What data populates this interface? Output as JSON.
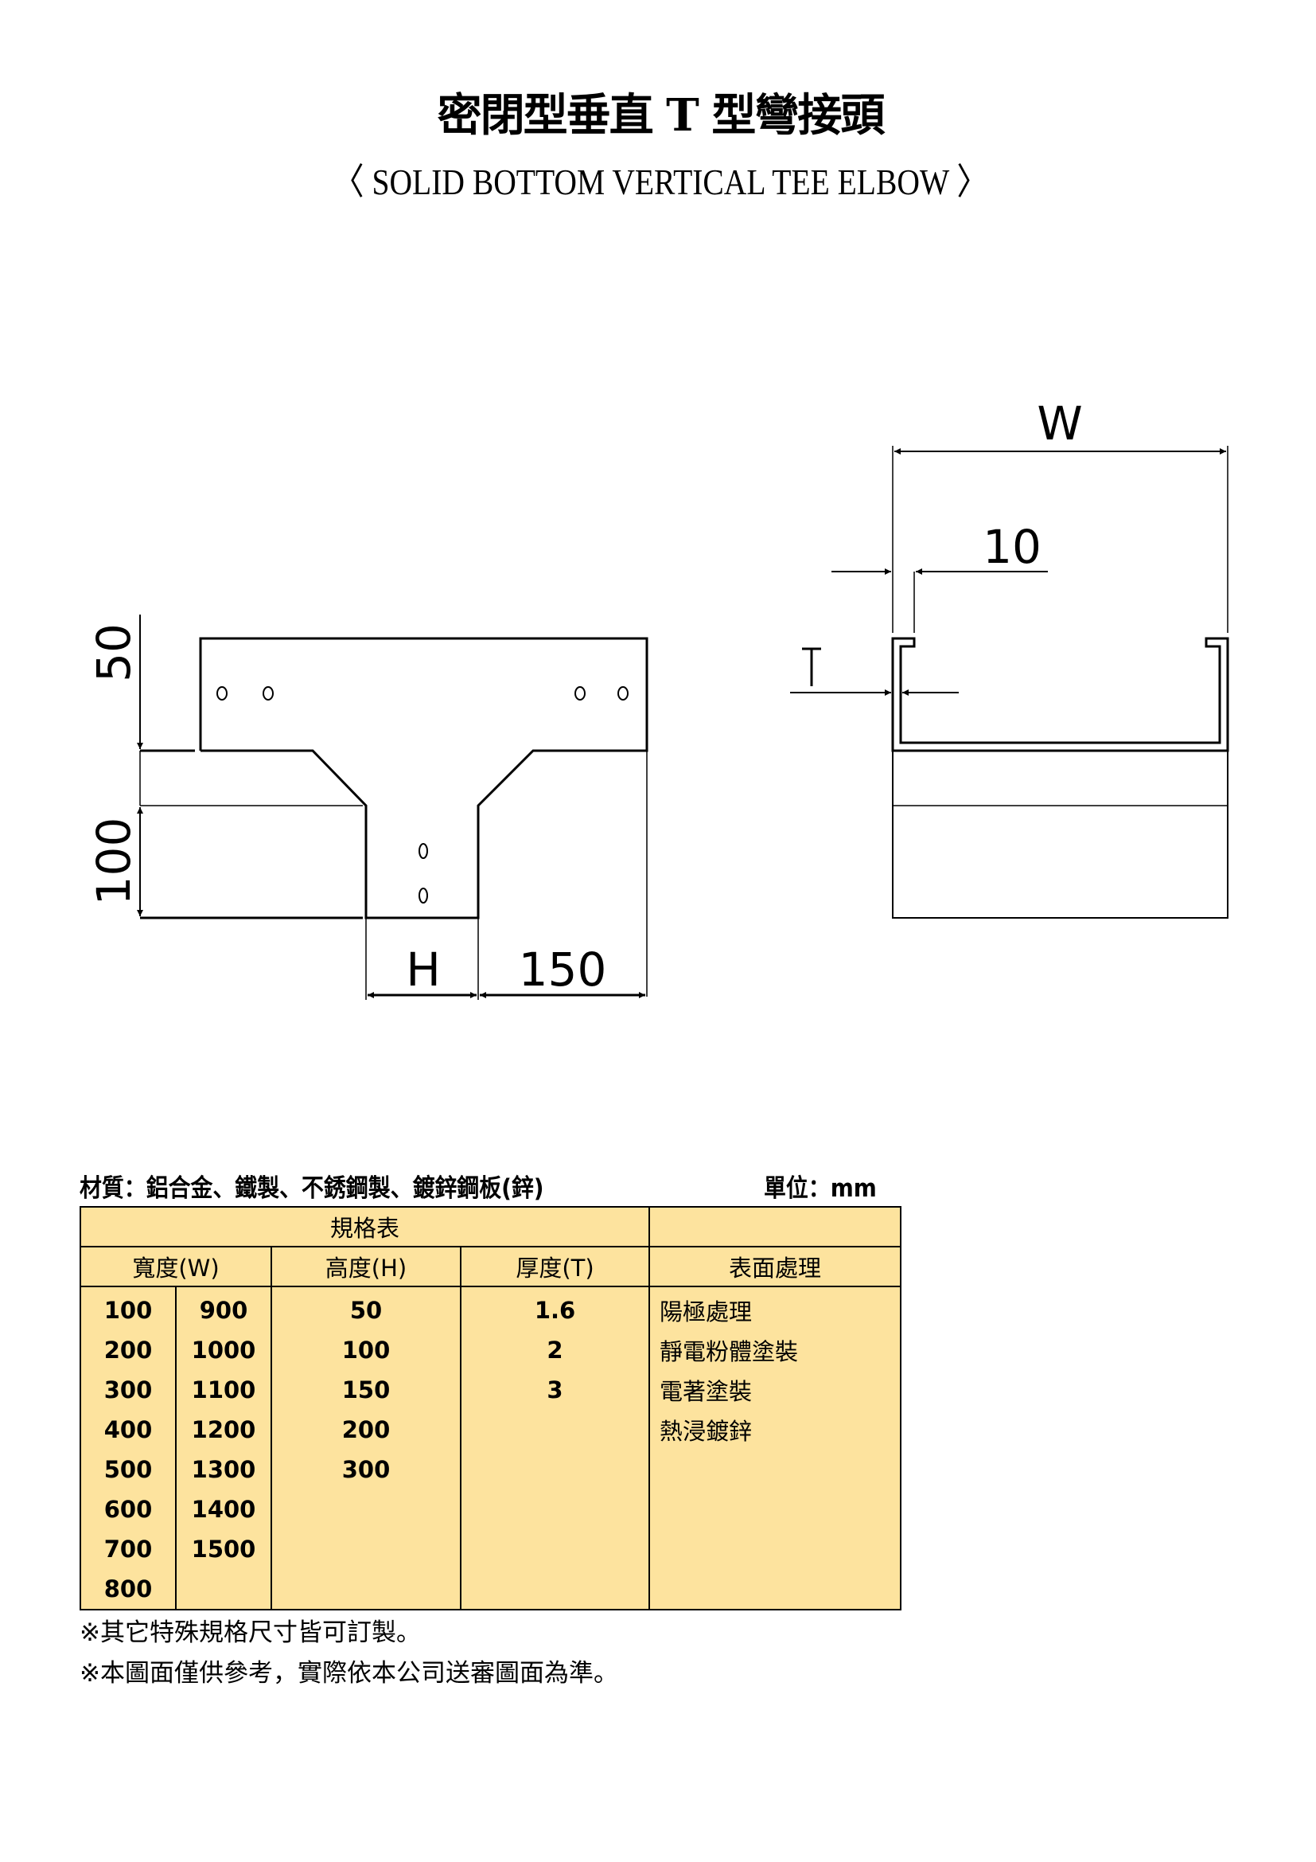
{
  "title": "密閉型垂直 T 型彎接頭",
  "subtitle": "〈 SOLID BOTTOM VERTICAL TEE ELBOW 〉",
  "drawing": {
    "dim_50": "50",
    "dim_100": "100",
    "dim_H": "H",
    "dim_150": "150",
    "dim_W": "W",
    "dim_10": "10",
    "dim_T": "T"
  },
  "material": "材質：鋁合金、鐵製、不銹鋼製、鍍鋅鋼板(鋅)",
  "unit": "單位：mm",
  "table": {
    "title": "規格表",
    "headers": [
      "寬度(W)",
      "高度(H)",
      "厚度(T)",
      "表面處理"
    ],
    "rows": [
      [
        "100",
        "900",
        "50",
        "1.6",
        "陽極處理"
      ],
      [
        "200",
        "1000",
        "100",
        "2",
        "靜電粉體塗裝"
      ],
      [
        "300",
        "1100",
        "150",
        "3",
        "電著塗裝"
      ],
      [
        "400",
        "1200",
        "200",
        "",
        "熱浸鍍鋅"
      ],
      [
        "500",
        "1300",
        "300",
        "",
        ""
      ],
      [
        "600",
        "1400",
        "",
        "",
        ""
      ],
      [
        "700",
        "1500",
        "",
        "",
        ""
      ],
      [
        "800",
        "",
        "",
        "",
        ""
      ]
    ],
    "fill_color": "#fde39e"
  },
  "notes": [
    "※其它特殊規格尺寸皆可訂製。",
    "※本圖面僅供參考，實際依本公司送審圖面為準。"
  ]
}
